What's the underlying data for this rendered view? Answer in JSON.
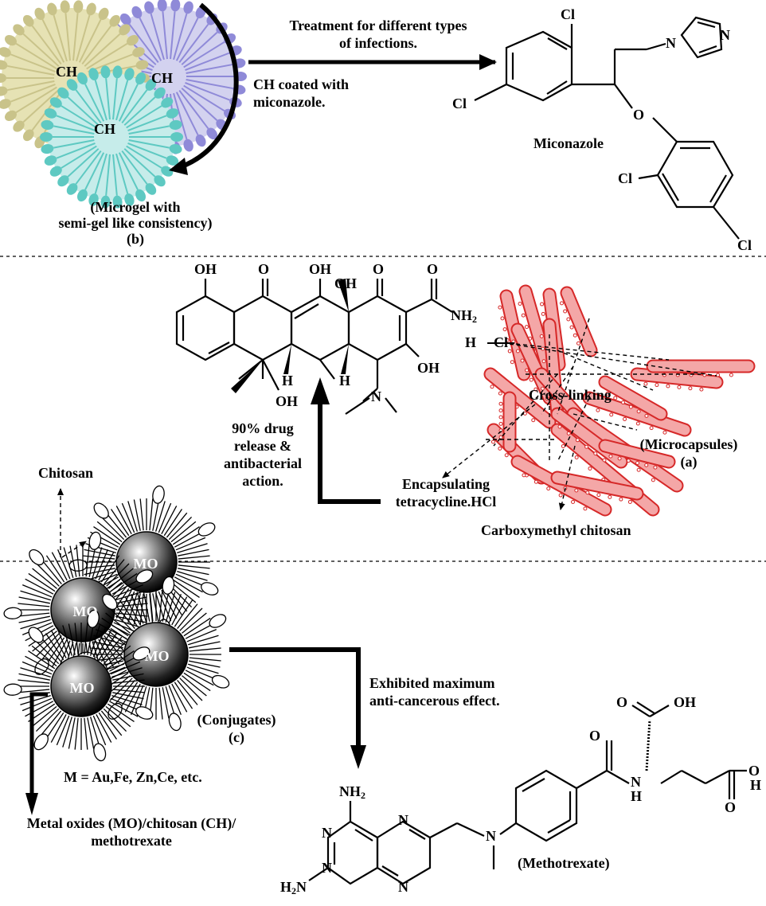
{
  "panel_b": {
    "center_labels": [
      "CH",
      "CH",
      "CH"
    ],
    "caption_lines": [
      "(Microgel with",
      "semi-gel like consistency)",
      "(b)"
    ],
    "arrow_top_lines": [
      "Treatment for different types",
      "of infections."
    ],
    "arrow_bottom_lines": [
      "CH coated with",
      "miconazole."
    ],
    "compound_name": "Miconazole",
    "atoms": {
      "cl_top": "Cl",
      "cl_left": "Cl",
      "cl_ring2_left": "Cl",
      "cl_ring2_bottom": "Cl",
      "n_ring": "N",
      "n_link": "N",
      "o": "O"
    }
  },
  "panel_a": {
    "atoms": {
      "oh1": "OH",
      "o1": "O",
      "oh2": "OH",
      "oh3": "OH",
      "o2": "O",
      "o3": "O",
      "nh2": "NH",
      "nh2_sub": "2",
      "oh4": "OH",
      "oh5": "OH",
      "h1": "H",
      "h2": "H",
      "n": "N",
      "hcl_h": "H",
      "hcl_cl": "Cl"
    },
    "release_lines": [
      "90% drug",
      "release &",
      "antibacterial",
      "action."
    ],
    "encapsulating_lines": [
      "Encapsulating",
      "tetracycline.HCl"
    ],
    "crosslinking": "Cross-linking",
    "microcapsules_lines": [
      "(Microcapsules)",
      "(a)"
    ],
    "carboxymethyl": "Carboxymethyl chitosan"
  },
  "panel_c": {
    "chitosan": "Chitosan",
    "mo_labels": [
      "MO",
      "MO",
      "MO",
      "MO"
    ],
    "conjugates_lines": [
      "(Conjugates)",
      "(c)"
    ],
    "metal_note": "M = Au,Fe, Zn,Ce, etc.",
    "bottom_lines": [
      "Metal oxides (MO)/chitosan (CH)/",
      "methotrexate"
    ],
    "effect_lines": [
      "Exhibited maximum",
      "anti-cancerous effect."
    ],
    "compound_name": "(Methotrexate)",
    "atoms": {
      "nh2_top": "NH",
      "nh2_top_sub": "2",
      "h2n": "H",
      "h2n_sub": "2",
      "h2n_n": "N",
      "n1": "N",
      "n2": "N",
      "n3": "N",
      "n4": "N",
      "n_methyl": "N",
      "nh_n": "N",
      "nh_h": "H",
      "o_amide": "O",
      "o_acid1": "O",
      "oh_acid1": "OH",
      "o_acid2": "O",
      "oh_acid2_o": "O",
      "oh_acid2_h": "H"
    }
  },
  "colors": {
    "microgel_yellow": "#e6e2b4",
    "microgel_yellow_head": "#c9c38a",
    "microgel_purple": "#d3d2ef",
    "microgel_purple_head": "#8f8ad8",
    "microgel_teal": "#c6ecea",
    "microgel_teal_head": "#5ec9c2",
    "capsule_fill": "#f4a7a7",
    "capsule_stroke": "#d62828",
    "sphere_dark": "#111111"
  }
}
